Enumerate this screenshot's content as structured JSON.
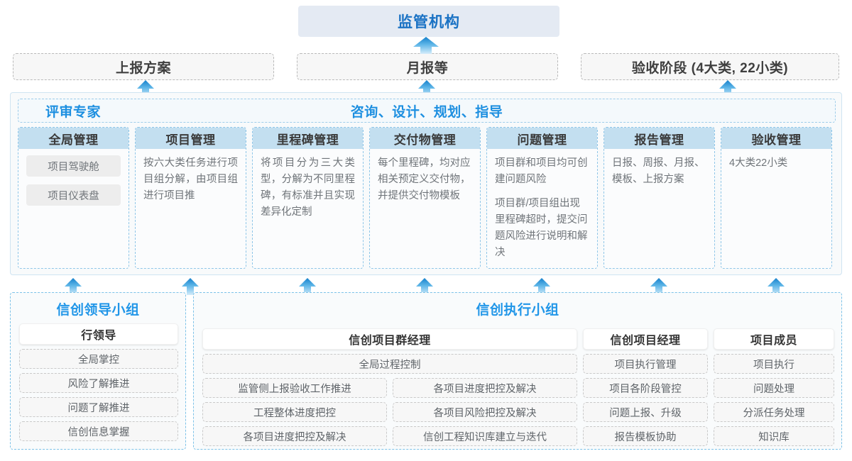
{
  "top": {
    "regulator": "监管机构",
    "reports": [
      {
        "label": "上报方案"
      },
      {
        "label": "月报等"
      },
      {
        "label": "验收阶段 (4大类, 22小类)"
      }
    ]
  },
  "middle": {
    "left_label": "评审专家",
    "center_label": "咨询、设计、规划、指导",
    "columns": [
      {
        "title": "全局管理",
        "paras": [],
        "chips": [
          "项目驾驶舱",
          "项目仪表盘"
        ]
      },
      {
        "title": "项目管理",
        "paras": [
          "按六大类任务进行项目组分解，由项目组进行项目推"
        ],
        "chips": []
      },
      {
        "title": "里程碑管理",
        "paras": [
          "将项目分为三大类型，分解为不同里程碑，有标准并且实现差异化定制"
        ],
        "chips": []
      },
      {
        "title": "交付物管理",
        "paras": [
          "每个里程碑，均对应相关预定义交付物，并提供交付物模板"
        ],
        "chips": []
      },
      {
        "title": "问题管理",
        "paras": [
          "项目群和项目均可创建问题风险",
          "项目群/项目组出现里程碑超时，提交问题风险进行说明和解决"
        ],
        "chips": []
      },
      {
        "title": "报告管理",
        "paras": [
          "日报、周报、月报、模板、上报方案"
        ],
        "chips": []
      },
      {
        "title": "验收管理",
        "paras": [
          "4大类22小类"
        ],
        "chips": []
      }
    ]
  },
  "bottom": {
    "lead_group": {
      "title": "信创领导小组",
      "role": "行领导",
      "items": [
        "全局掌控",
        "风险了解推进",
        "问题了解推进",
        "信创信息掌握"
      ]
    },
    "exec_group": {
      "title": "信创执行小组",
      "roles": [
        {
          "name": "信创项目群经理",
          "wide_item": "全局过程控制",
          "left_items": [
            "监管侧上报验收工作推进",
            "工程整体进度把控",
            "各项目进度把控及解决"
          ],
          "right_items": [
            "各项目进度把控及解决",
            "各项目风险把控及解决",
            "信创工程知识库建立与迭代"
          ]
        },
        {
          "name": "信创项目经理",
          "items": [
            "项目执行管理",
            "项目各阶段管控",
            "问题上报、升级",
            "报告模板协助"
          ]
        },
        {
          "name": "项目成员",
          "items": [
            "项目执行",
            "问题处理",
            "分派任务处理",
            "知识库"
          ]
        }
      ]
    }
  },
  "colors": {
    "accent_blue": "#1d8fe0",
    "regulator_bg": "#e4eaf3",
    "column_head_bg": "#c3dff0",
    "arrow_top": "#1e8ed6",
    "arrow_bottom": "#bfe2f6"
  }
}
